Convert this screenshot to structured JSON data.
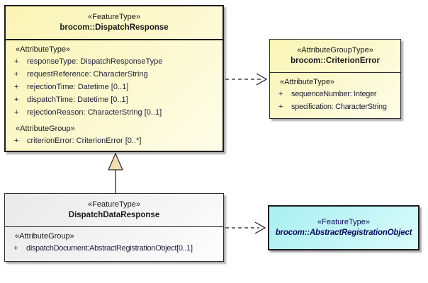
{
  "colors": {
    "box_yellow": "#FBF5B9",
    "box_gray": "#EFEFEF",
    "box_cyan": "#B2F0F1",
    "triangle_fill": "#F0DDB2",
    "border_dark": "#1C1C1C",
    "navy_text": "#0D0D62",
    "background": "#FFFFFF"
  },
  "boxes": {
    "dispatchResponse": {
      "stereotype": "«FeatureType»",
      "name": "brocom::DispatchResponse",
      "attrHeading": "«AttributeType»",
      "attributes": [
        {
          "vis": "+",
          "text": "responseType: DispatchResponseType"
        },
        {
          "vis": "+",
          "text": "requestReference: CharacterString"
        },
        {
          "vis": "+",
          "text": "rejectionTime: Datetime [0..1]"
        },
        {
          "vis": "+",
          "text": "dispatchTime: Datetime [0..1]"
        },
        {
          "vis": "+",
          "text": "rejectionReason: CharacterString [0..1]"
        }
      ],
      "groupHeading": "«AttributeGroup»",
      "groupAttributes": [
        {
          "vis": "+",
          "text": "criterionError: CriterionError [0..*]"
        }
      ]
    },
    "criterionError": {
      "stereotype": "«AttributeGroupType»",
      "name": "brocom::CriterionError",
      "attrHeading": "«AttributeType»",
      "attributes": [
        {
          "vis": "+",
          "text": "sequenceNumber: Integer"
        },
        {
          "vis": "+",
          "text": "specification: CharacterString"
        }
      ]
    },
    "dispatchDataResponse": {
      "stereotype": "«FeatureType»",
      "name": "DispatchDataResponse",
      "groupHeading": "«AttributeGroup»",
      "groupAttributes": [
        {
          "vis": "+",
          "text": "dispatchDocument:AbstractRegistrationObject[0..1]"
        }
      ]
    },
    "abstractRegistrationObject": {
      "stereotype": "«FeatureType»",
      "name": "brocom::AbstractRegistrationObject"
    }
  },
  "connectors": [
    {
      "type": "dependency",
      "from": "brocom::DispatchResponse",
      "to": "brocom::CriterionError",
      "style": "dashed-open-arrow"
    },
    {
      "type": "dependency",
      "from": "DispatchDataResponse",
      "to": "brocom::AbstractRegistrationObject",
      "style": "dashed-open-arrow"
    },
    {
      "type": "generalization",
      "from": "DispatchDataResponse",
      "to": "brocom::DispatchResponse",
      "style": "solid-hollow-triangle"
    }
  ]
}
